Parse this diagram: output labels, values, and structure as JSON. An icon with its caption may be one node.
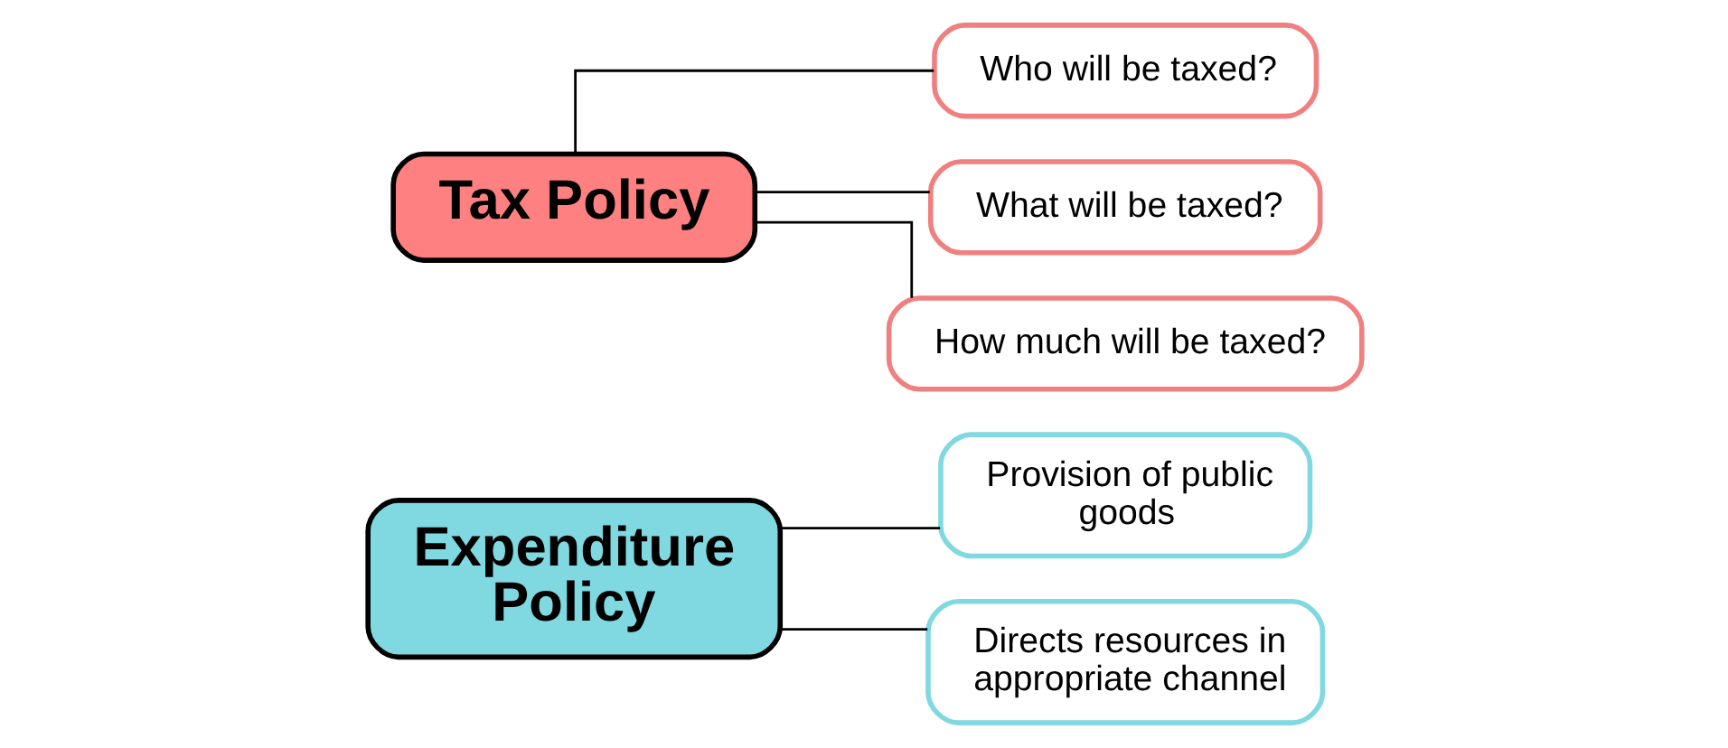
{
  "diagram": {
    "nodes": [
      {
        "text": [
          "Expenditure Policy"
        ]
      },
      {
        "text": [
          "Provision of public goods"
        ]
      },
      {
        "text": [
          "Directs resources in appropriate channel"
        ]
      },
      {
        "text": [
          "Tax Policy"
        ]
      },
      {
        "text": [
          "Who will be taxed?"
        ]
      },
      {
        "text": [
          "What will be taxed?"
        ]
      },
      {
        "text": [
          "How much will be taxed?"
        ]
      }
    ],
    "edges": [
      {
        "from": 0,
        "to": 1,
        "arrow": "none"
      },
      {
        "from": 0,
        "to": 2,
        "arrow": "none"
      },
      {
        "from": 3,
        "to": 4,
        "arrow": "none"
      },
      {
        "from": 3,
        "to": 5,
        "arrow": "none"
      },
      {
        "from": 3,
        "to": 6,
        "arrow": "none"
      }
    ]
  }
}
